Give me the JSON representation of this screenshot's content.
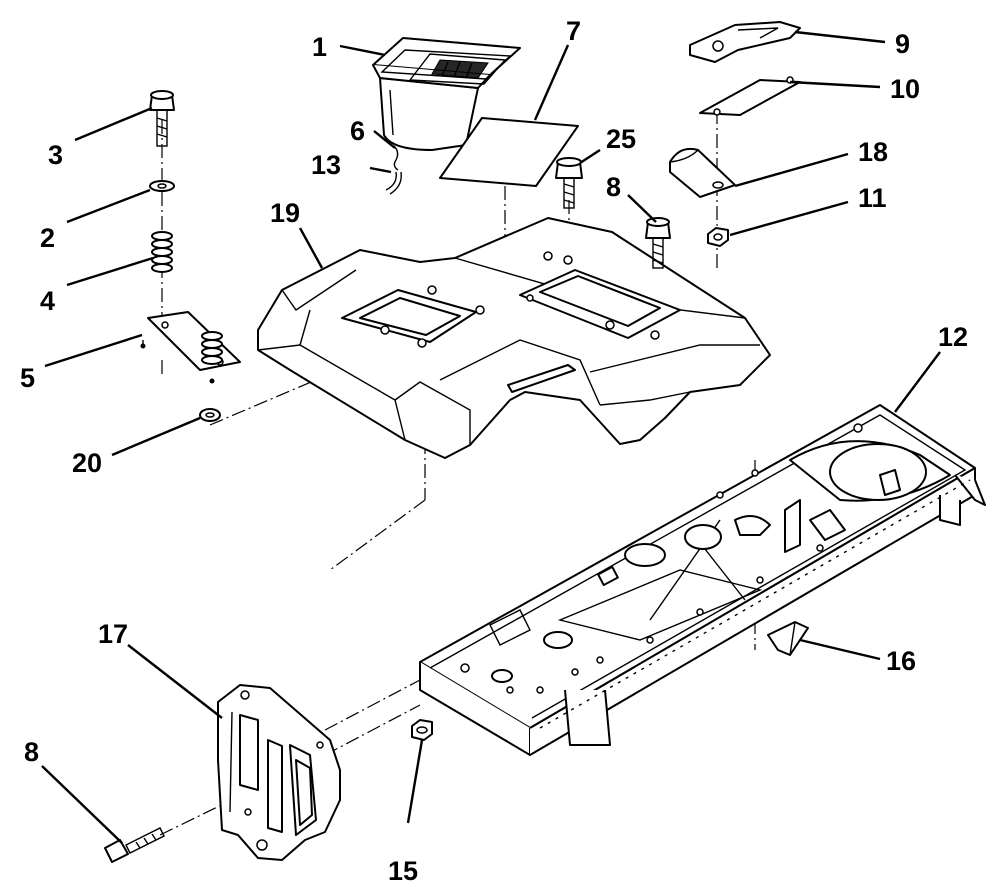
{
  "callouts": {
    "c1": "1",
    "c2": "2",
    "c3": "3",
    "c4": "4",
    "c5": "5",
    "c6": "6",
    "c7": "7",
    "c8a": "8",
    "c8b": "8",
    "c9": "9",
    "c10": "10",
    "c11": "11",
    "c12": "12",
    "c13": "13",
    "c15": "15",
    "c16": "16",
    "c17": "17",
    "c18": "18",
    "c19": "19",
    "c20": "20",
    "c25": "25"
  },
  "colors": {
    "line": "#000000",
    "fill": "#ffffff"
  }
}
